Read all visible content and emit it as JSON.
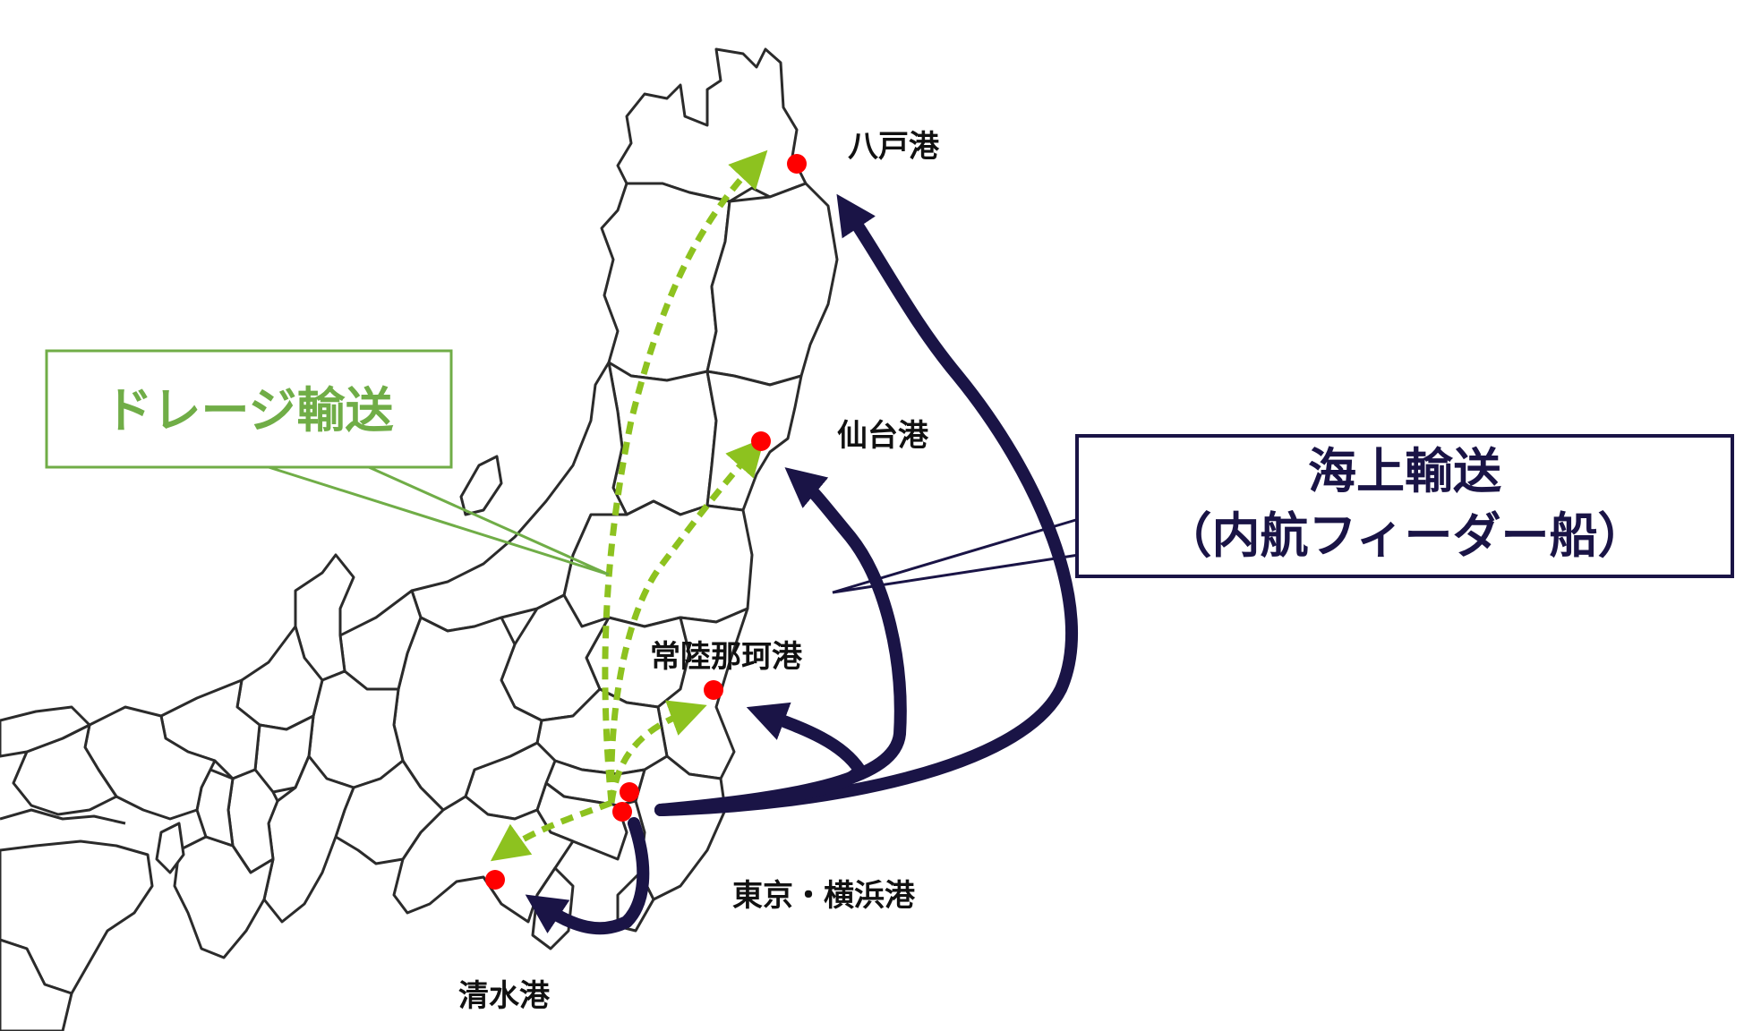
{
  "map": {
    "ports": [
      {
        "id": "hachinohe",
        "label": "八戸港"
      },
      {
        "id": "sendai",
        "label": "仙台港"
      },
      {
        "id": "hitachinaka",
        "label": "常陸那珂港"
      },
      {
        "id": "tokyo_yokohama",
        "label": "東京・横浜港"
      },
      {
        "id": "shimizu",
        "label": "清水港"
      }
    ],
    "legend": {
      "drayage": {
        "label": "ドレージ輸送"
      },
      "sea": {
        "line1": "海上輸送",
        "line2": "（内航フィーダー船）"
      }
    },
    "colors": {
      "drayage": "#8dc21f",
      "drayage_box": "#70ad47",
      "sea": "#1a1446",
      "port": "#ff0000",
      "border": "#2b2b2b"
    },
    "route_types": [
      "drayage",
      "sea"
    ]
  }
}
